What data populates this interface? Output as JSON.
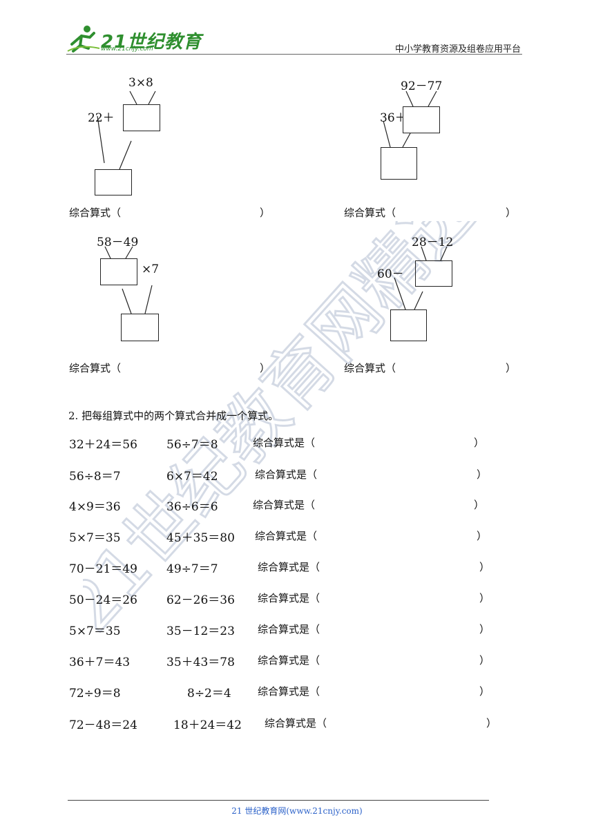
{
  "header": {
    "brand": "21世纪教育",
    "brand_url": "www.21cnjy.com",
    "platform": "中小学教育资源及组卷应用平台"
  },
  "trees": [
    {
      "top": "3×8",
      "left": "22＋",
      "side": ""
    },
    {
      "top": "92－77",
      "left": "36＋",
      "side": ""
    },
    {
      "top": "58－49",
      "left": "",
      "side": "×7"
    },
    {
      "top": "28－12",
      "left": "60－",
      "side": ""
    }
  ],
  "zonghe": {
    "label": "综合算式（",
    "close": "）"
  },
  "section2": {
    "title": "2. 把每组算式中的两个算式合并成一个算式。",
    "answer_label": "综合算式是（",
    "close": "）",
    "rows": [
      {
        "a": "32＋24＝56",
        "b": "56÷7＝8"
      },
      {
        "a": "56÷8＝7",
        "b": "6×7＝42"
      },
      {
        "a": "4×9＝36",
        "b": "36÷6＝6"
      },
      {
        "a": "5×7＝35",
        "b": "45＋35＝80"
      },
      {
        "a": "70－21＝49",
        "b": "49÷7＝7"
      },
      {
        "a": "50－24＝26",
        "b": "62－26＝36"
      },
      {
        "a": "5×7＝35",
        "b": "35－12＝23"
      },
      {
        "a": "36＋7＝43",
        "b": "35＋43＝78"
      },
      {
        "a": "72÷9＝8",
        "b": "8÷2＝4"
      },
      {
        "a": "72－48＝24",
        "b": "18＋24＝42"
      }
    ]
  },
  "footer": {
    "text": "21 世纪教育网(www.21cnjy.com)"
  },
  "watermark": {
    "text": "21世纪教育网精选资料"
  },
  "icons": {
    "logo": "runner-logo-icon"
  }
}
